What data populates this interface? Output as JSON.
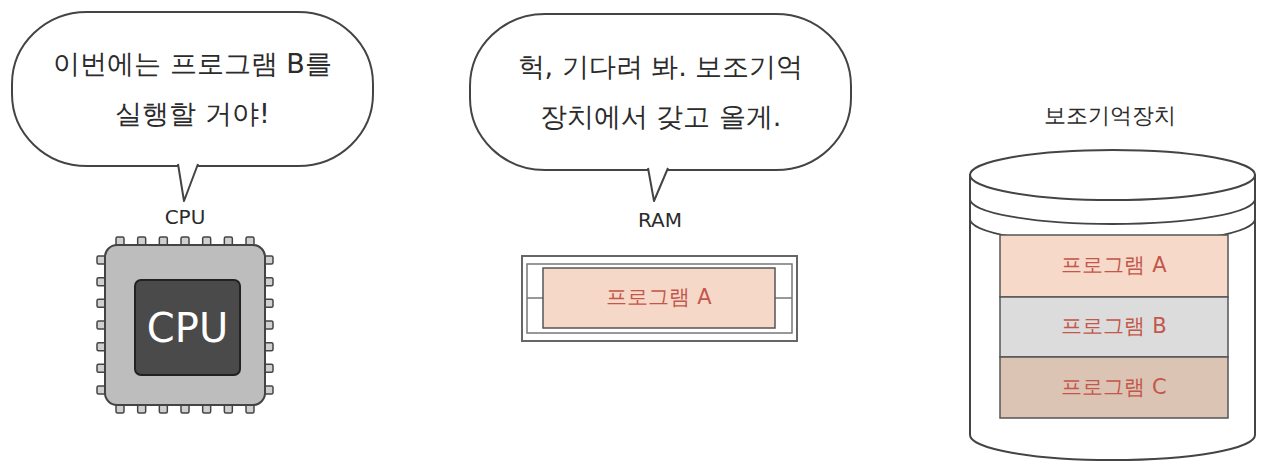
{
  "diagram": {
    "nodes": [
      {
        "text": [
          "이번에는 프로그램 B를 실행할 거야!"
        ]
      },
      {
        "text": [
          "CPU",
          "CPU"
        ]
      },
      {
        "text": [
          "헉, 기다려 봐. 보조기억 장치에서 갖고 올게."
        ]
      },
      {
        "text": [
          "RAM"
        ]
      },
      {
        "text": [
          "프로그램 A"
        ],
        "in": 3
      },
      {
        "text": [
          "보조기억장치"
        ]
      },
      {
        "text": [
          "프로그램 A"
        ],
        "in": 5
      },
      {
        "text": [
          "프로그램 B"
        ],
        "in": 5
      },
      {
        "text": [
          "프로그램 C"
        ],
        "in": 5
      }
    ]
  }
}
